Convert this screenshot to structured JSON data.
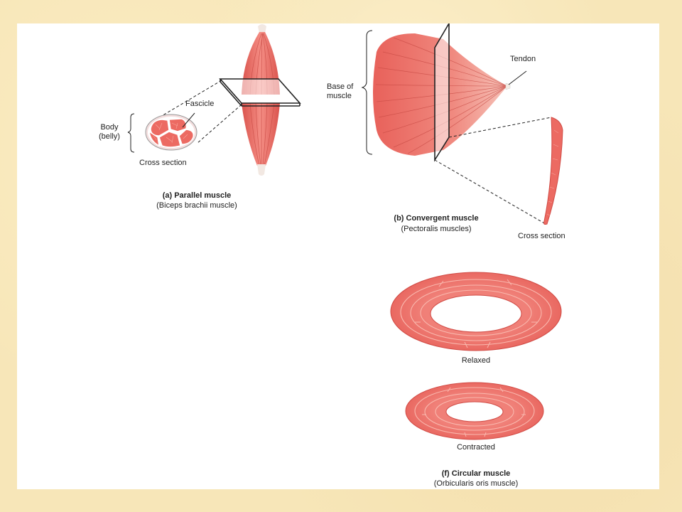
{
  "colors": {
    "page_background": "#f7e6b8",
    "figure_background": "#ffffff",
    "muscle": "#ec6a62",
    "muscle_light": "#f59a8f",
    "muscle_dark": "#c9453f",
    "tendon": "#f4ece4",
    "line": "#222222"
  },
  "parallel": {
    "title": "(a) Parallel muscle",
    "subtitle": "(Biceps brachii muscle)",
    "label_fascicle": "Fascicle",
    "label_body_line1": "Body",
    "label_body_line2": "(belly)",
    "label_cross_section": "Cross section"
  },
  "convergent": {
    "title": "(b) Convergent muscle",
    "subtitle": "(Pectoralis muscles)",
    "label_tendon": "Tendon",
    "label_base_line1": "Base of",
    "label_base_line2": "muscle",
    "label_cross_section": "Cross section"
  },
  "circular": {
    "title": "(f) Circular muscle",
    "subtitle": "(Orbicularis oris muscle)",
    "label_relaxed": "Relaxed",
    "label_contracted": "Contracted"
  }
}
